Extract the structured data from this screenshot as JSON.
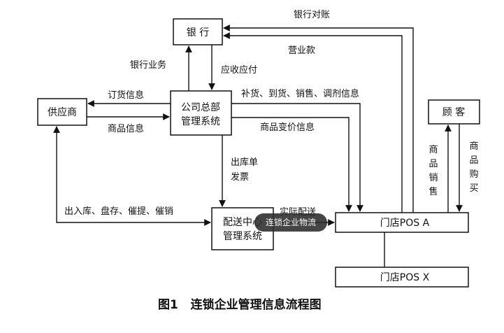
{
  "nodes": {
    "bank": "银 行",
    "supplier": "供应商",
    "hq_line1": "公司总部",
    "hq_line2": "管理系统",
    "dist_line1": "配送中心",
    "dist_line2": "管理系统",
    "store_a": "门店POS  A",
    "store_x": "门店POS  X",
    "customer": "顾  客"
  },
  "edges": {
    "bank_reconcile": "银行对账",
    "revenue": "营业款",
    "bank_business": "银行业务",
    "receivable_payable": "应收应付",
    "order_info": "订货信息",
    "goods_info": "商品信息",
    "replenish_info": "补货、到货、销售、调剂信息",
    "price_change": "商品变价信息",
    "outbound_l1": "出库单",
    "outbound_l2": "发票",
    "inventory_ops": "出入库、盘存、催提、催销",
    "actual_delivery": "实际配送",
    "sales_chars": [
      "商",
      "品",
      "销",
      "售"
    ],
    "purchase_chars": [
      "商",
      "品",
      "购",
      "买"
    ]
  },
  "badge": "连锁企业物流",
  "caption": "图1   连锁企业管理信息流程图"
}
